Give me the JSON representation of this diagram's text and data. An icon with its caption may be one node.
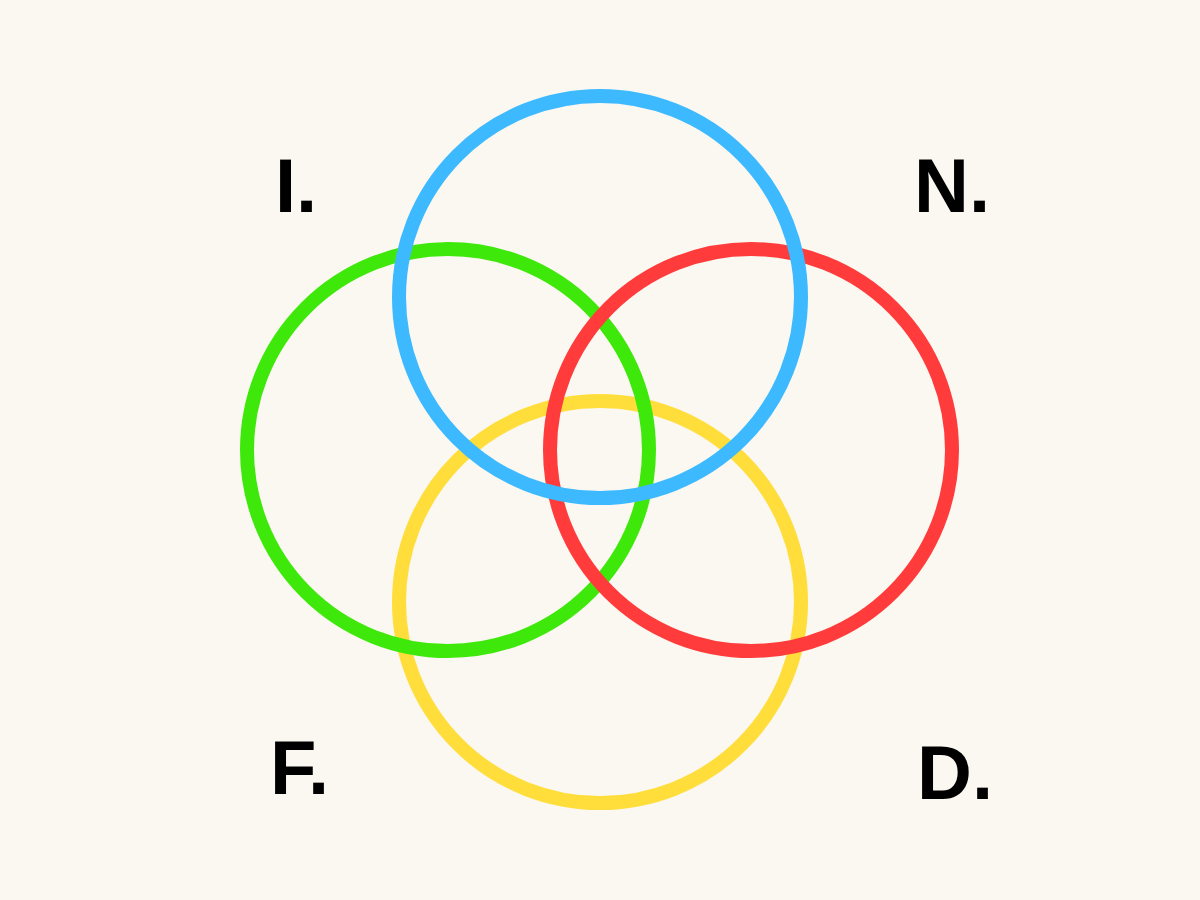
{
  "diagram": {
    "nodes": [
      {
        "text": [],
        "shape": "circle"
      },
      {
        "text": [],
        "shape": "circle"
      },
      {
        "text": [],
        "shape": "circle"
      },
      {
        "text": [],
        "shape": "circle"
      }
    ],
    "labels": [
      "I.",
      "N.",
      "F.",
      "D."
    ]
  }
}
